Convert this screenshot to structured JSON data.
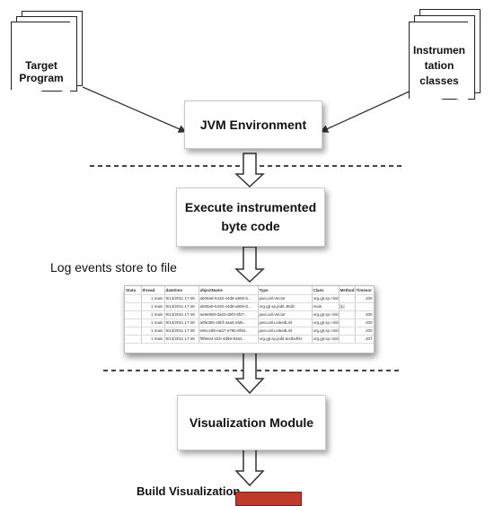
{
  "nodes": {
    "target_program": "Target\nProgram",
    "instrumentation_classes": "Instrumen\ntation\nclasses",
    "jvm_environment": "JVM Environment",
    "execute_bytecode": "Execute instrumented\nbyte code",
    "visualization_module": "Visualization Module"
  },
  "captions": {
    "log_events": "Log events store to file",
    "build_visualization": "Build Visualization"
  },
  "log_table": {
    "headers": [
      "Statu",
      "thread",
      "datetime",
      "objectName",
      "Type",
      "Class",
      "Method",
      "Timesor"
    ],
    "rows": [
      [
        "",
        "1 main",
        "9/13/2011 17:48",
        "ab06a9-6425-44d8-a806-b...",
        "java.util.Vector",
        "org.gjt.sp.<init>",
        "",
        "200"
      ],
      [
        "",
        "1 main",
        "9/13/2011 17:48",
        "ab06a9-6425-44d8-a806-b...",
        "org.gjt.sp.jedit.JEdit",
        "main",
        "[L]",
        ""
      ],
      [
        "",
        "1 main",
        "9/13/2011 17:48",
        "ae8e559-da03-d6f3-9f27...",
        "java.util.Vector",
        "org.gjt.sp.<init>",
        "",
        "200"
      ],
      [
        "",
        "1 main",
        "9/13/2011 17:48",
        "a0fe355-26bf-4aa8-afd6...",
        "java.util.LinkedList",
        "org.gjt.sp.<init>",
        "",
        "200"
      ],
      [
        "",
        "1 main",
        "9/13/2011 17:48",
        "e9ec4d9-eaa7-e75b-8f46...",
        "java.util.LinkedList",
        "org.gjt.sp.<init>",
        "",
        "200"
      ],
      [
        "",
        "1 main",
        "9/13/2011 17:48",
        "f0f9ee4-d1b-4d99-8462...",
        "org.gjt.sp.jedit.textbuffer",
        "org.gjt.sp.<init>",
        "",
        "207"
      ]
    ]
  }
}
